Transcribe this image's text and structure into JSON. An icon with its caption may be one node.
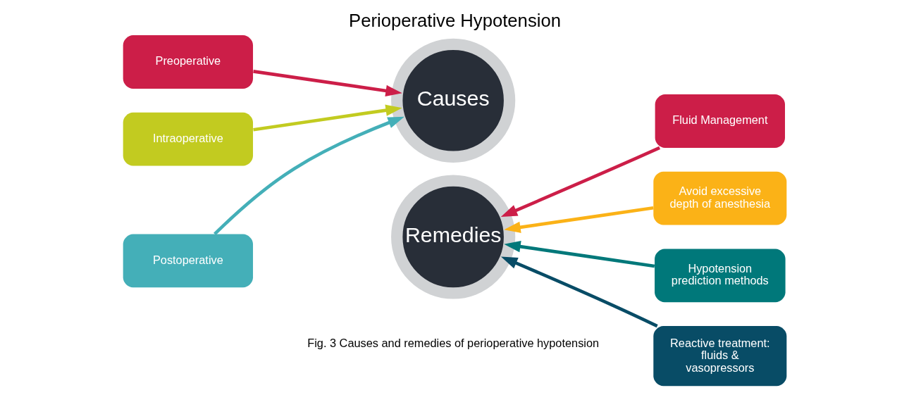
{
  "diagram": {
    "title": "Perioperative Hypotension",
    "caption": "Fig. 3 Causes and remedies of perioperative hypotension",
    "nodes": [
      {
        "text": [
          "Causes"
        ]
      },
      {
        "text": [
          "Remedies"
        ]
      },
      {
        "text": [
          "Preoperative"
        ]
      },
      {
        "text": [
          "Intraoperative"
        ]
      },
      {
        "text": [
          "Postoperative"
        ]
      },
      {
        "text": [
          "Fluid Management"
        ]
      },
      {
        "text": [
          "Avoid excessive depth of anesthesia"
        ]
      },
      {
        "text": [
          "Hypotension prediction methods"
        ]
      },
      {
        "text": [
          "Reactive treatment: fluids & vasopressors"
        ]
      }
    ],
    "edges": [
      {
        "from": 2,
        "to": 0,
        "arrow": "to",
        "color": "#cc1e48"
      },
      {
        "from": 3,
        "to": 0,
        "arrow": "to",
        "color": "#c2cb20"
      },
      {
        "from": 4,
        "to": 0,
        "arrow": "to",
        "color": "#44afb8"
      },
      {
        "from": 5,
        "to": 1,
        "arrow": "to",
        "color": "#cc1e48"
      },
      {
        "from": 6,
        "to": 1,
        "arrow": "to",
        "color": "#fbb217"
      },
      {
        "from": 7,
        "to": 1,
        "arrow": "to",
        "color": "#00787a"
      },
      {
        "from": 8,
        "to": 1,
        "arrow": "to",
        "color": "#084c66"
      }
    ]
  }
}
